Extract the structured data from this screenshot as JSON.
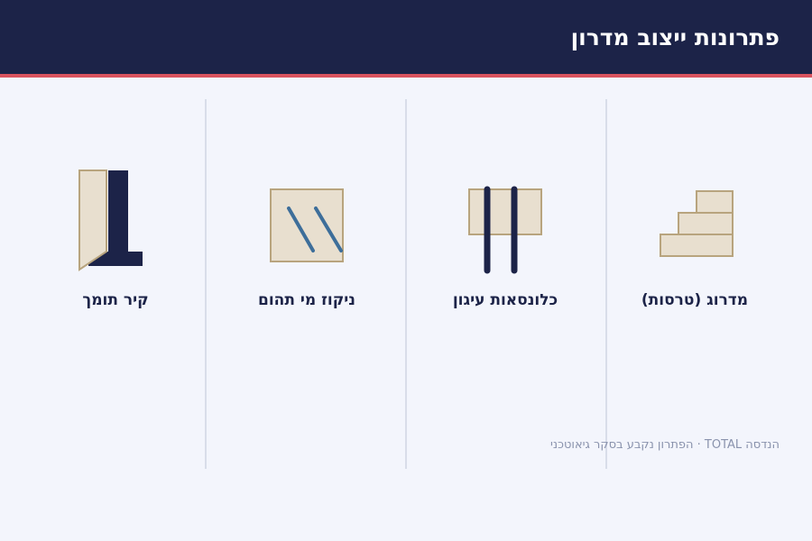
{
  "header": {
    "title": "פתרונות ייצוב מדרון"
  },
  "solutions": [
    {
      "label": "מדרוג (טרסות)",
      "icon": "terrace-steps-icon"
    },
    {
      "label": "כלונסאות עיגון",
      "icon": "anchor-piles-icon"
    },
    {
      "label": "ניקוז מי תהום",
      "icon": "groundwater-drainage-icon"
    },
    {
      "label": "קיר תומך",
      "icon": "retaining-wall-icon"
    }
  ],
  "footer": {
    "note": "הנדסה TOTAL · הפתרון נקבע בסקר גיאוטכני"
  },
  "colors": {
    "navy": "#1c2348",
    "accent": "#d9535e",
    "sand": "#e8dfcf",
    "sand_stroke": "#b8a47e",
    "drain_blue": "#3d6e9a",
    "background": "#f3f5fc"
  }
}
